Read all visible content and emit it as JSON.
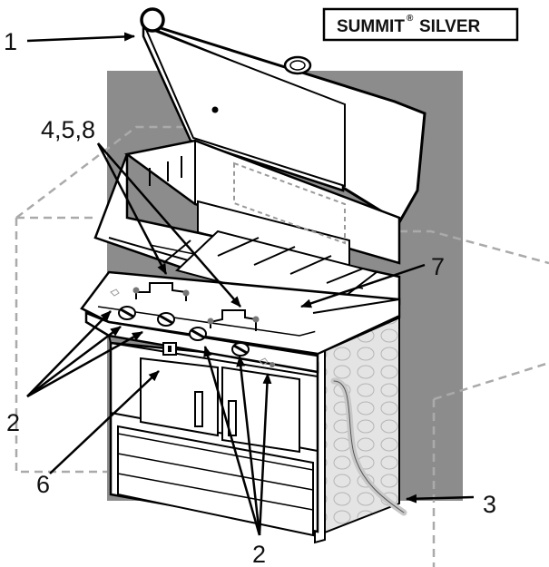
{
  "badge": {
    "brand": "SUMMIT",
    "registered": "®",
    "model": "SILVER"
  },
  "callouts": {
    "c1": "1",
    "c458": "4,5,8",
    "c7": "7",
    "c2_left": "2",
    "c6": "6",
    "c3": "3",
    "c2_bottom": "2"
  },
  "colors": {
    "background_panel": "#8c8c8c",
    "dashed_outline": "#aaaaaa",
    "grill_fill": "#ffffff",
    "grill_stroke": "#000000",
    "shade": "#cfcfcf",
    "pipe": "#c8c8c8"
  }
}
